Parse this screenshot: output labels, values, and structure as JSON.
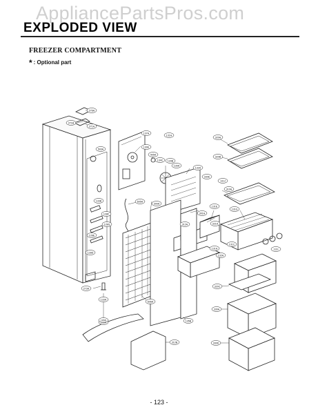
{
  "watermark": "AppliancePartsPros.com",
  "title": "EXPLODED VIEW",
  "section": "FREEZER COMPARTMENT",
  "optional": {
    "marker": "*",
    "text": ": Optional part"
  },
  "page_number": "- 123 -",
  "callouts": {
    "c276a": "276A",
    "c271b": "271B",
    "c271a": "271A",
    "c503a": "503A",
    "c133b": "133B",
    "c128f": "128F",
    "c128g": "128G",
    "c128e": "128E",
    "c128d": "128D",
    "c273a": "273A",
    "c135a": "135A",
    "c137a": "137A",
    "c131a": "131A",
    "c130e": "130E",
    "c405a": "405A",
    "c134c": "134C",
    "c134b": "134B",
    "c130a": "130A",
    "c132a": "132A",
    "c605a": "605A",
    "c300a": "300A",
    "c301a": "301A",
    "c131e": "131E",
    "c312a": "312A",
    "c320a": "320A",
    "c320b": "320B",
    "c131j": "131J",
    "c310a": "310A",
    "c131g": "131G",
    "c320c": "320C",
    "c321a": "321A",
    "c131h": "131H",
    "c131c": "131C",
    "c131i": "131I",
    "c132a2": "132A",
    "c606a": "606A",
    "c330a": "330A",
    "c165d": "165D",
    "c312b": "312B",
    "c330d": "330D",
    "c133a": "133A",
    "c135b": "135B",
    "c330e": "330E"
  }
}
